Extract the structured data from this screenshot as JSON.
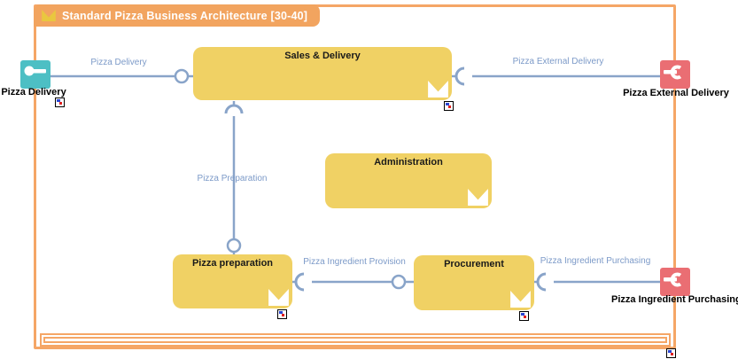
{
  "title": {
    "text": "Standard Pizza Business Architecture [30-40]"
  },
  "modules": [
    {
      "id": "sales-delivery",
      "label": "Sales & Delivery"
    },
    {
      "id": "administration",
      "label": "Administration"
    },
    {
      "id": "pizza-preparation",
      "label": "Pizza preparation"
    },
    {
      "id": "procurement",
      "label": "Procurement"
    }
  ],
  "interfaces": [
    {
      "id": "pizza-delivery",
      "label": "Pizza Delivery",
      "color": "#4DBFC4"
    },
    {
      "id": "pizza-external-delivery",
      "label": "Pizza External Delivery",
      "color": "#EA6E73"
    },
    {
      "id": "pizza-ingredient-purchasing",
      "label": "Pizza Ingredient Purchasing",
      "color": "#EA6E73"
    }
  ],
  "connections": [
    {
      "label": "Pizza Delivery"
    },
    {
      "label": "Pizza External Delivery"
    },
    {
      "label": "Pizza Preparation"
    },
    {
      "label": "Pizza Ingredient Provision"
    },
    {
      "label": "Pizza Ingredient Purchasing"
    }
  ],
  "colors": {
    "frame_orange": "#F5A666",
    "title_bar_orange": "#F2A45F",
    "module_yellow": "#F0D164",
    "interface_teal": "#4DBFC4",
    "interface_red": "#EA6E73",
    "connector_blue": "#89A4C9",
    "connection_label_blue": "#7C9AC8",
    "title_icon_yellow": "#E9C73F"
  }
}
